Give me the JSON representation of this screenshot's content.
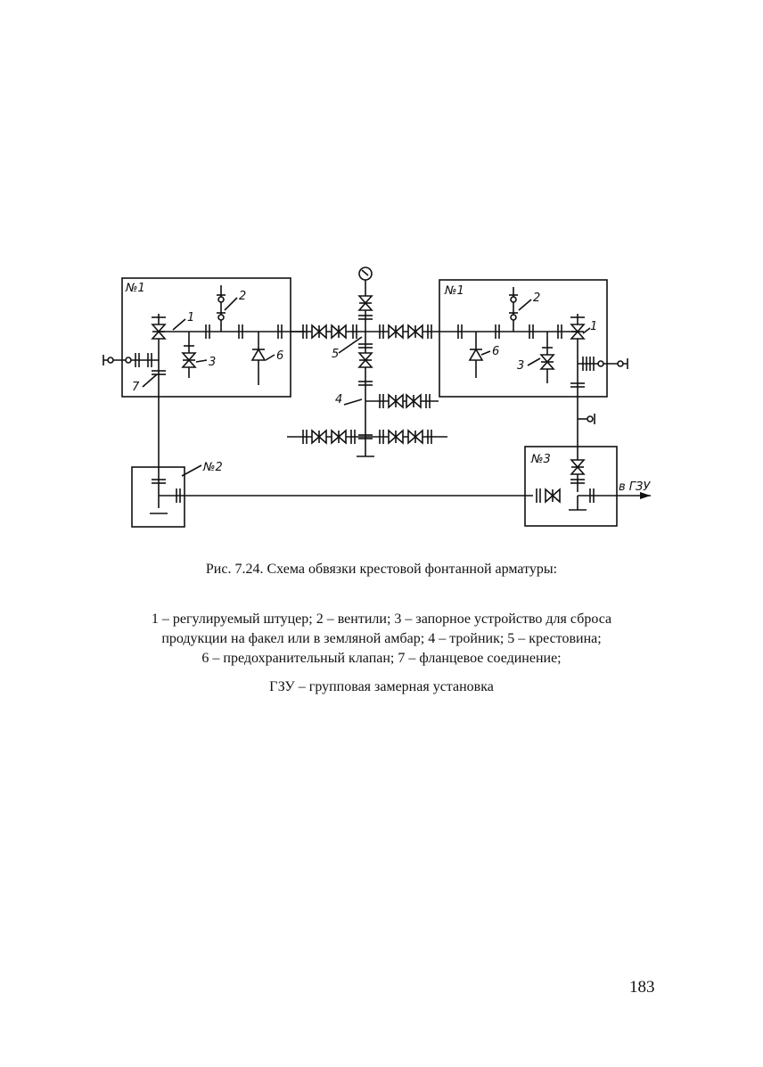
{
  "diagram": {
    "blocks": {
      "block_left_label": "№1",
      "block_right_label": "№1",
      "block_bottom_left_label": "№2",
      "block_bottom_right_label": "№3"
    },
    "numbers": {
      "n1": "1",
      "n2": "2",
      "n3": "3",
      "n4": "4",
      "n5": "5",
      "n6": "6",
      "n7": "7"
    },
    "outlet_label": "в ГЗУ"
  },
  "caption": {
    "title": "Рис. 7.24. Схема обвязки крестовой фонтанной арматуры:",
    "legend_lines": [
      "1 – регулируемый штуцер; 2 – вентили; 3 – запорное устройство для сброса",
      "продукции на факел или в земляной амбар; 4 – тройник; 5 – крестовина;",
      "6 – предохранительный клапан;  7 – фланцевое соединение;"
    ],
    "gzu_note": "ГЗУ – групповая замерная установка"
  },
  "page_number": "183"
}
